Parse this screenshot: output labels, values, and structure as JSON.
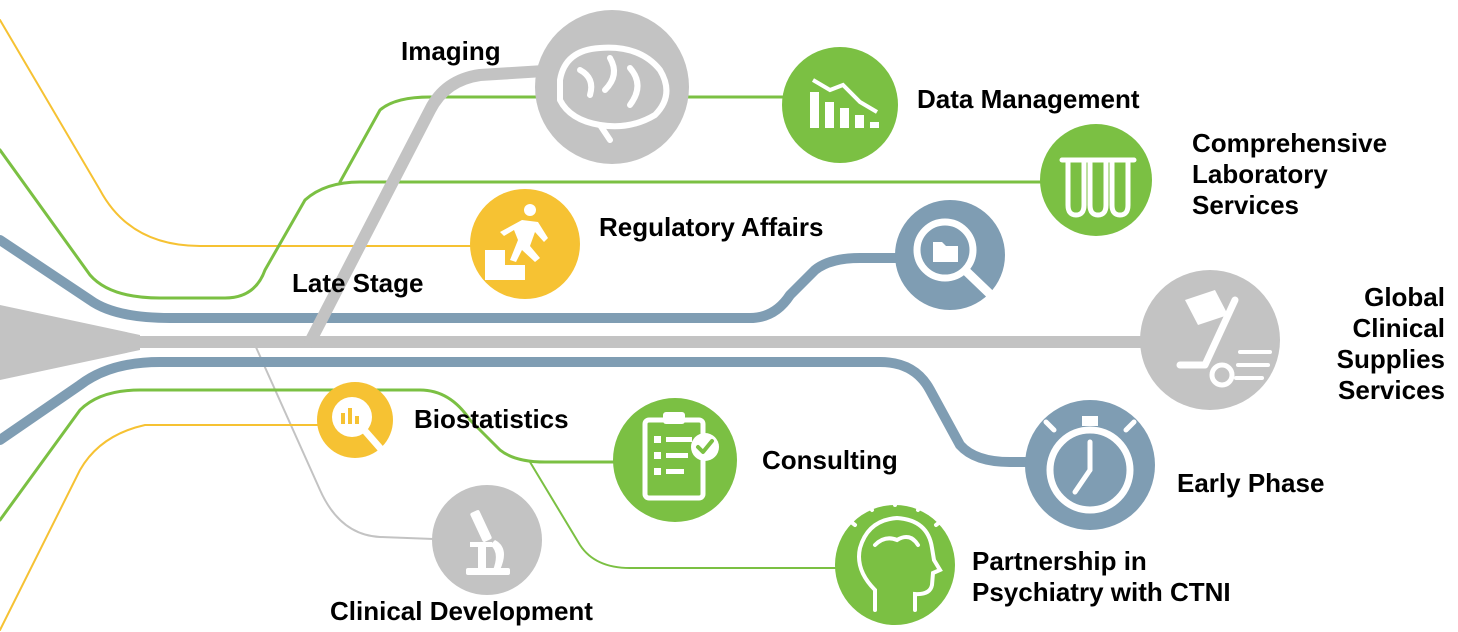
{
  "colors": {
    "green": "#7bc043",
    "yellow": "#f6c233",
    "blue": "#7f9db3",
    "gray": "#c3c3c3",
    "text": "#000000",
    "icon_white": "#ffffff"
  },
  "services": [
    {
      "key": "imaging",
      "label": "Imaging",
      "color": "gray",
      "icon": "brain-icon"
    },
    {
      "key": "data_management",
      "label": "Data Management",
      "color": "green",
      "icon": "bar-chart-declining-icon"
    },
    {
      "key": "comprehensive_lab",
      "label_lines": [
        "Comprehensive",
        "Laboratory",
        "Services"
      ],
      "color": "green",
      "icon": "test-tubes-icon"
    },
    {
      "key": "regulatory_affairs",
      "label": "Regulatory Affairs",
      "color": "blue",
      "icon": "folder-magnifier-icon"
    },
    {
      "key": "late_stage",
      "label": "Late Stage",
      "color": "yellow",
      "icon": "person-climbing-stairs-icon"
    },
    {
      "key": "global_supplies",
      "label_lines": [
        "Global",
        "Clinical",
        "Supplies",
        "Services"
      ],
      "color": "gray",
      "icon": "hand-truck-icon"
    },
    {
      "key": "biostatistics",
      "label": "Biostatistics",
      "color": "yellow",
      "icon": "magnifier-chart-icon"
    },
    {
      "key": "consulting",
      "label": "Consulting",
      "color": "green",
      "icon": "clipboard-checklist-icon"
    },
    {
      "key": "early_phase",
      "label": "Early Phase",
      "color": "blue",
      "icon": "stopwatch-icon"
    },
    {
      "key": "partnership_psychiatry",
      "label_lines": [
        "Partnership in",
        "Psychiatry with CTNI"
      ],
      "color": "green",
      "icon": "head-brain-icon"
    },
    {
      "key": "clinical_development",
      "label": "Clinical Development",
      "color": "gray",
      "icon": "microscope-icon"
    }
  ]
}
